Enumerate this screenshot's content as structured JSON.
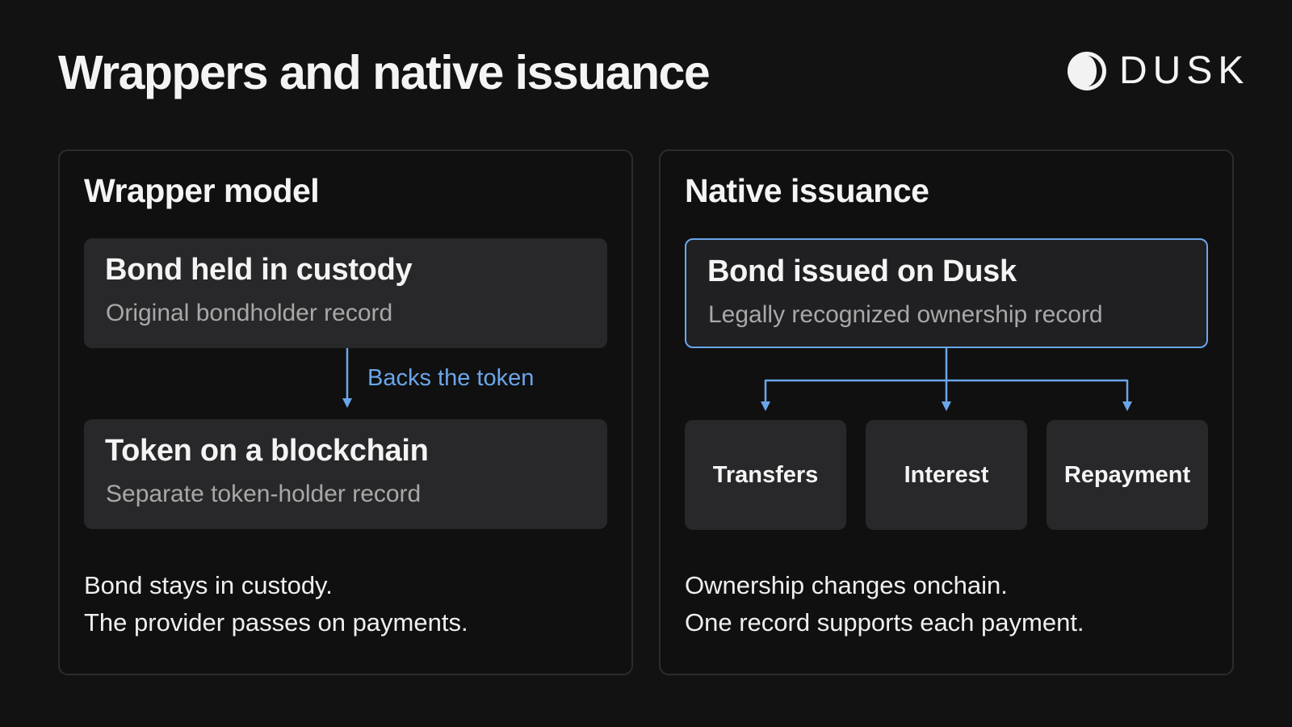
{
  "title": "Wrappers and native issuance",
  "logo": {
    "text": "DUSK",
    "icon": "half-moon-logo-icon"
  },
  "colors": {
    "accent": "#6aa6ea",
    "background": "#121212",
    "card": "#28282a"
  },
  "wrapper": {
    "title": "Wrapper model",
    "top_card": {
      "title": "Bond held in custody",
      "subtitle": "Original bondholder record"
    },
    "arrow_label": "Backs the token",
    "bottom_card": {
      "title": "Token on a blockchain",
      "subtitle": "Separate token-holder record"
    },
    "caption": [
      "Bond stays in custody.",
      "The provider passes on payments."
    ]
  },
  "native": {
    "title": "Native issuance",
    "top_card": {
      "title": "Bond issued on Dusk",
      "subtitle": "Legally recognized ownership record"
    },
    "outcomes": [
      "Transfers",
      "Interest",
      "Repayment"
    ],
    "caption": [
      "Ownership changes onchain.",
      "One record supports each payment."
    ]
  }
}
